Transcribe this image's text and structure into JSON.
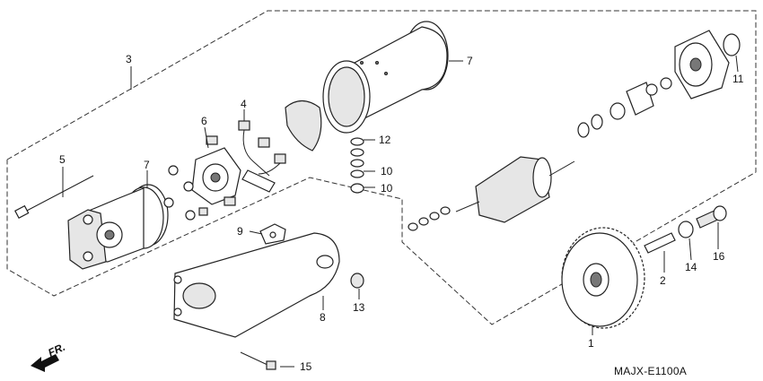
{
  "diagram": {
    "code": "MAJX-E1100A",
    "direction": "FR.",
    "callouts": [
      {
        "id": "c1",
        "text": "1"
      },
      {
        "id": "c2",
        "text": "2"
      },
      {
        "id": "c3",
        "text": "3"
      },
      {
        "id": "c4",
        "text": "4"
      },
      {
        "id": "c5",
        "text": "5"
      },
      {
        "id": "c6",
        "text": "6"
      },
      {
        "id": "c7a",
        "text": "7"
      },
      {
        "id": "c7b",
        "text": "7"
      },
      {
        "id": "c8",
        "text": "8"
      },
      {
        "id": "c9",
        "text": "9"
      },
      {
        "id": "c10a",
        "text": "10"
      },
      {
        "id": "c10b",
        "text": "10"
      },
      {
        "id": "c11",
        "text": "11"
      },
      {
        "id": "c12",
        "text": "12"
      },
      {
        "id": "c13",
        "text": "13"
      },
      {
        "id": "c14",
        "text": "14"
      },
      {
        "id": "c15",
        "text": "15"
      },
      {
        "id": "c16",
        "text": "16"
      }
    ]
  }
}
